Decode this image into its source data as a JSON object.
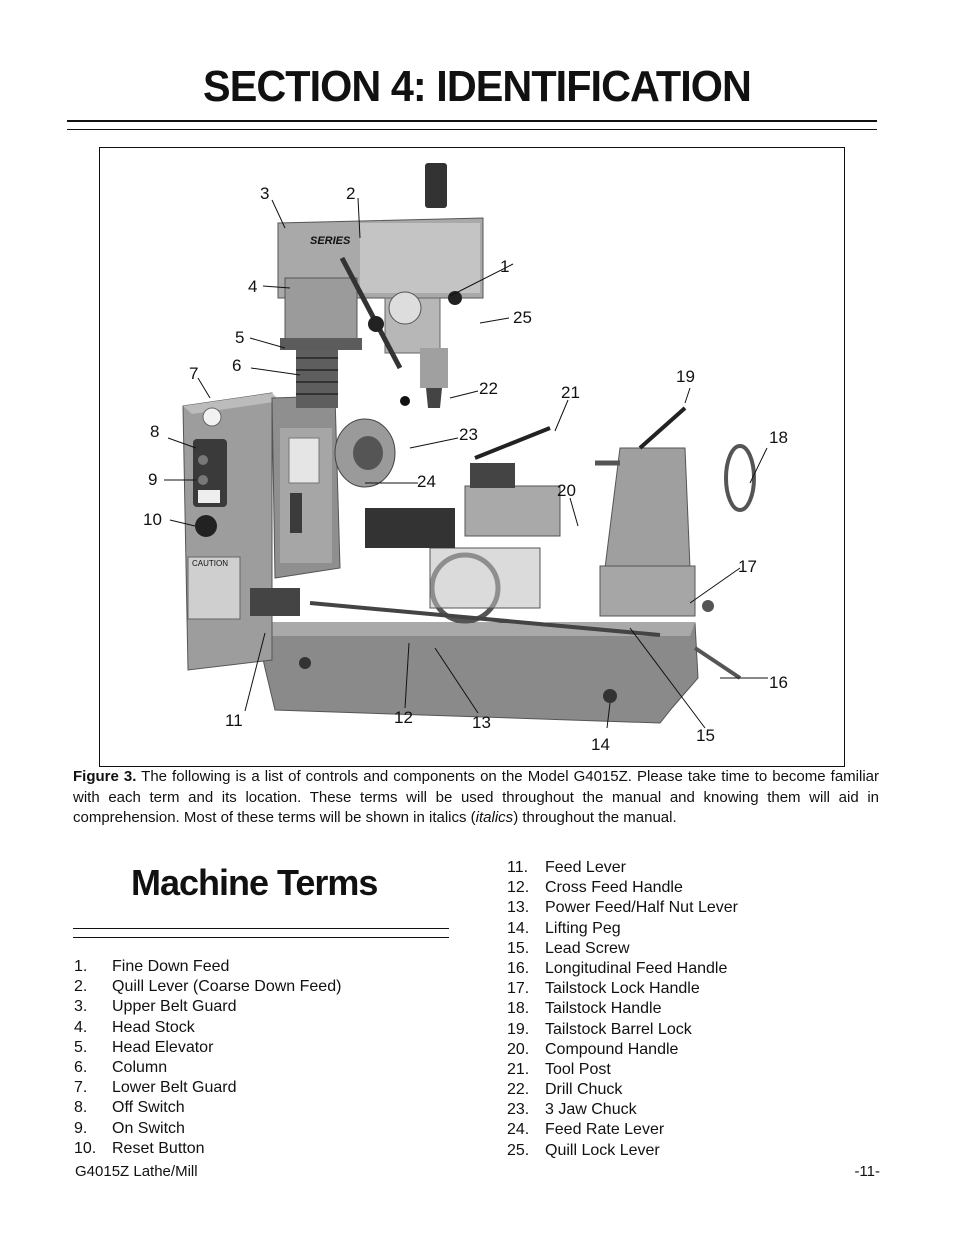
{
  "section_title": "SECTION 4: IDENTIFICATION",
  "figure": {
    "callouts": [
      "1",
      "2",
      "3",
      "4",
      "5",
      "6",
      "7",
      "8",
      "9",
      "10",
      "11",
      "12",
      "13",
      "14",
      "15",
      "16",
      "17",
      "18",
      "19",
      "20",
      "21",
      "22",
      "23",
      "24",
      "25"
    ],
    "machine_labels": {
      "series_badge": "SERIES",
      "caution_label": "CAUTION"
    }
  },
  "caption": {
    "label": "Figure 3.",
    "text_before_italic": " The following is a list of controls and components on the Model G4015Z. Please take time to become familiar with each term and its location. These terms will be used throughout the manual and knowing them will aid in comprehension. Most of these terms will be shown in italics (",
    "italic_word": "italics",
    "text_after_italic": ") throughout the manual."
  },
  "terms_heading": "Machine Terms",
  "terms_left": [
    {
      "num": "1.",
      "label": "Fine Down Feed"
    },
    {
      "num": "2.",
      "label": "Quill Lever (Coarse Down Feed)"
    },
    {
      "num": "3.",
      "label": "Upper Belt Guard"
    },
    {
      "num": "4.",
      "label": "Head Stock"
    },
    {
      "num": "5.",
      "label": "Head Elevator"
    },
    {
      "num": "6.",
      "label": "Column"
    },
    {
      "num": "7.",
      "label": "Lower Belt Guard"
    },
    {
      "num": "8.",
      "label": "Off Switch"
    },
    {
      "num": "9.",
      "label": "On Switch"
    },
    {
      "num": "10.",
      "label": "Reset Button"
    }
  ],
  "terms_right": [
    {
      "num": "11.",
      "label": "Feed Lever"
    },
    {
      "num": "12.",
      "label": "Cross Feed Handle"
    },
    {
      "num": "13.",
      "label": "Power Feed/Half Nut Lever"
    },
    {
      "num": "14.",
      "label": "Lifting Peg"
    },
    {
      "num": "15.",
      "label": "Lead Screw"
    },
    {
      "num": "16.",
      "label": "Longitudinal Feed Handle"
    },
    {
      "num": "17.",
      "label": "Tailstock Lock Handle"
    },
    {
      "num": "18.",
      "label": "Tailstock Handle"
    },
    {
      "num": "19.",
      "label": "Tailstock Barrel Lock"
    },
    {
      "num": "20.",
      "label": "Compound Handle"
    },
    {
      "num": "21.",
      "label": "Tool Post"
    },
    {
      "num": "22.",
      "label": "Drill Chuck"
    },
    {
      "num": "23.",
      "label": "3 Jaw Chuck"
    },
    {
      "num": "24.",
      "label": "Feed Rate Lever"
    },
    {
      "num": "25.",
      "label": "Quill Lock Lever"
    }
  ],
  "footer": {
    "model": "G4015Z Lathe/Mill",
    "page": "-11-"
  }
}
